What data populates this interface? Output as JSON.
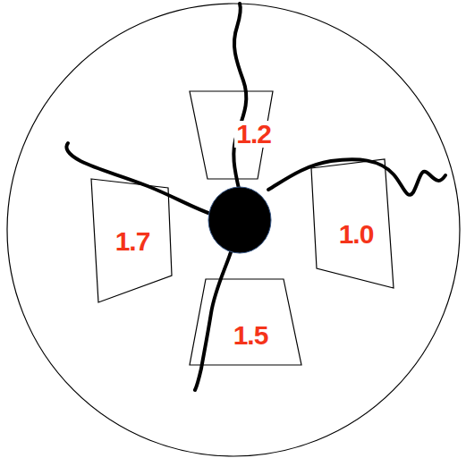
{
  "diagram": {
    "nodes": [
      {
        "text": [
          "1.2"
        ]
      },
      {
        "text": [
          "1.7"
        ]
      },
      {
        "text": [
          "1.0"
        ]
      },
      {
        "text": [
          "1.5"
        ]
      }
    ]
  }
}
